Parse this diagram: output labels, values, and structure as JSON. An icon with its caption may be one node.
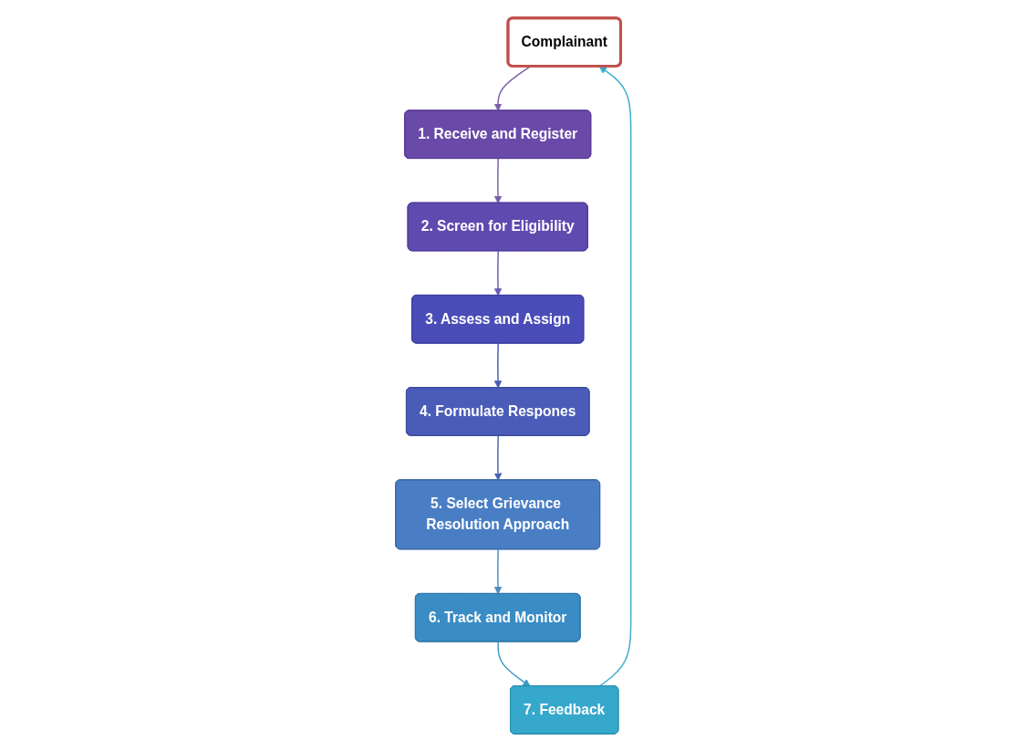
{
  "diagram": {
    "nodes": [
      {
        "text": [
          "Complainant"
        ]
      },
      {
        "text": [
          "1. Receive and Register"
        ]
      },
      {
        "text": [
          "2. Screen for Eligibility"
        ]
      },
      {
        "text": [
          "3. Assess and Assign"
        ]
      },
      {
        "text": [
          "4. Formulate Respones"
        ]
      },
      {
        "text": [
          "5. Select Grievance Resolution Approach"
        ]
      },
      {
        "text": [
          "6. Track and Monitor"
        ]
      },
      {
        "text": [
          "7. Feedback"
        ]
      }
    ],
    "edges": [
      {
        "from": 0,
        "to": 1,
        "arrow": "to",
        "color": "#7b5ea8"
      },
      {
        "from": 1,
        "to": 2,
        "arrow": "to",
        "color": "#7b5ea8"
      },
      {
        "from": 2,
        "to": 3,
        "arrow": "to",
        "color": "#6a5bb8"
      },
      {
        "from": 3,
        "to": 4,
        "arrow": "to",
        "color": "#4a5cb0"
      },
      {
        "from": 4,
        "to": 5,
        "arrow": "to",
        "color": "#4a64b4"
      },
      {
        "from": 5,
        "to": 6,
        "arrow": "to",
        "color": "#4a8cc0"
      },
      {
        "from": 6,
        "to": 7,
        "arrow": "to",
        "color": "#3a9cc4"
      },
      {
        "from": 7,
        "to": 0,
        "arrow": "to",
        "color": "#3aaccc"
      }
    ]
  }
}
